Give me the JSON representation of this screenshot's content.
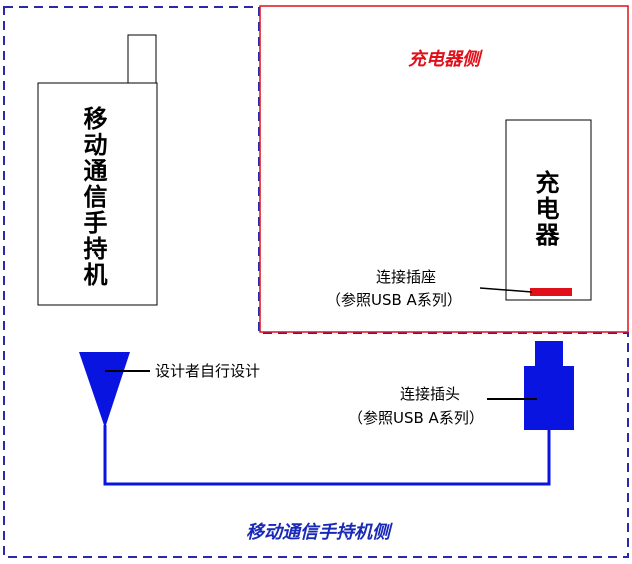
{
  "colors": {
    "handset_side": "#2a2aa8",
    "charger_side": "#e0101a",
    "antenna": "#0a14e0"
  },
  "charger_side": {
    "title": "充电器侧",
    "device": "充电器",
    "socket_label": "连接插座",
    "socket_ref": "（参照USB A系列）"
  },
  "handset_side": {
    "title": "移动通信手持机侧",
    "device": "移动通信手持机",
    "antenna_label": "设计者自行设计",
    "plug_label": "连接插头",
    "plug_ref": "（参照USB A系列）"
  }
}
